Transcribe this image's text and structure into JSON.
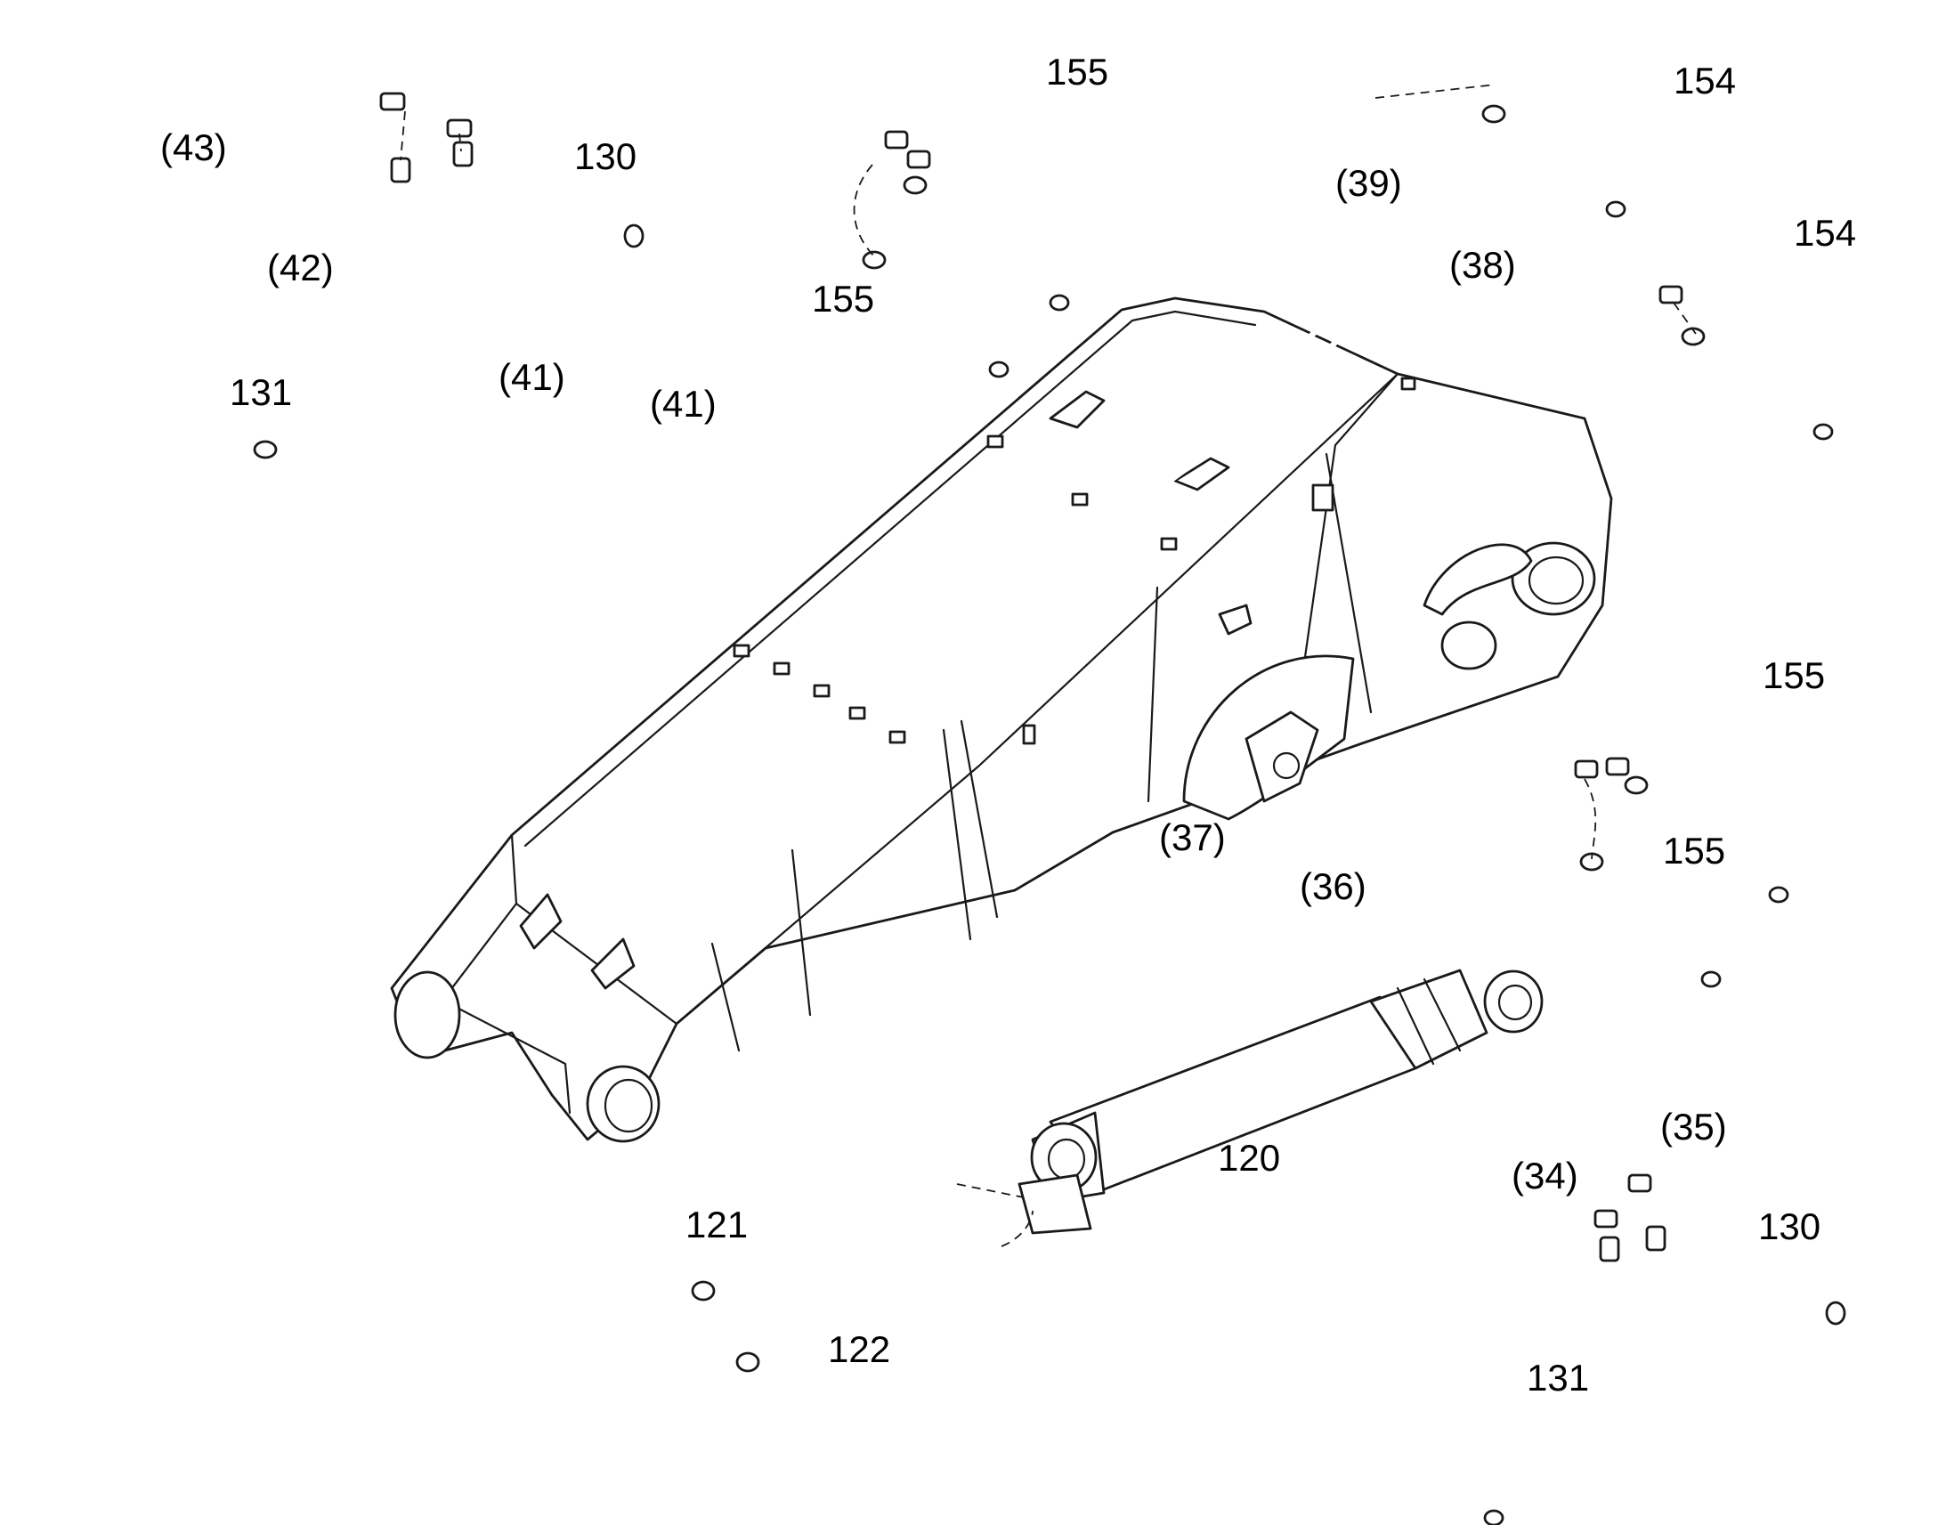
{
  "labels": {
    "p43": "(43)",
    "p42": "(42)",
    "p131_top": "131",
    "p130_top": "130",
    "p41_a": "(41)",
    "p41_b": "(41)",
    "p155_a": "155",
    "p155_b": "155",
    "p39": "(39)",
    "p154_a": "154",
    "p38": "(38)",
    "p154_b": "154",
    "p155_c": "155",
    "p155_d": "155",
    "p37": "(37)",
    "p36": "(36)",
    "p120": "120",
    "p121": "121",
    "p122": "122",
    "p35": "(35)",
    "p34": "(34)",
    "p130_bot": "130",
    "p131_bot": "131"
  }
}
